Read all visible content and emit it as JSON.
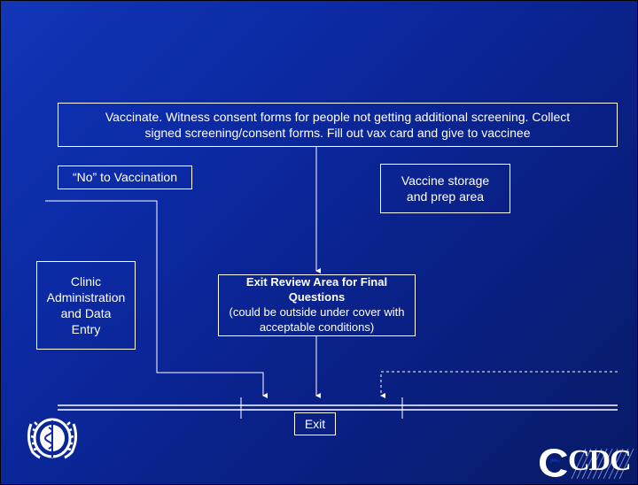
{
  "boxes": {
    "vaccinate": {
      "line1": "Vaccinate.  Witness consent forms for people not getting additional screening.  Collect",
      "line2": "signed screening/consent forms.  Fill out vax card and give to vaccinee"
    },
    "no_vaccination": "“No” to Vaccination",
    "vaccine_storage": {
      "line1": "Vaccine storage",
      "line2": "and prep area"
    },
    "clinic": {
      "line1": "Clinic",
      "line2": "Administration",
      "line3": "and Data",
      "line4": "Entry"
    },
    "exit_review": {
      "line1": "Exit Review Area for Final Questions",
      "line2": "(could be outside under cover with",
      "line3": "acceptable conditions)"
    },
    "exit": "Exit"
  },
  "logos": {
    "left": "world-health-organization-emblem",
    "right_text": "CDC"
  },
  "colors": {
    "background_top": "#1236b8",
    "background_bottom": "#071a66",
    "line": "#ffffff"
  }
}
